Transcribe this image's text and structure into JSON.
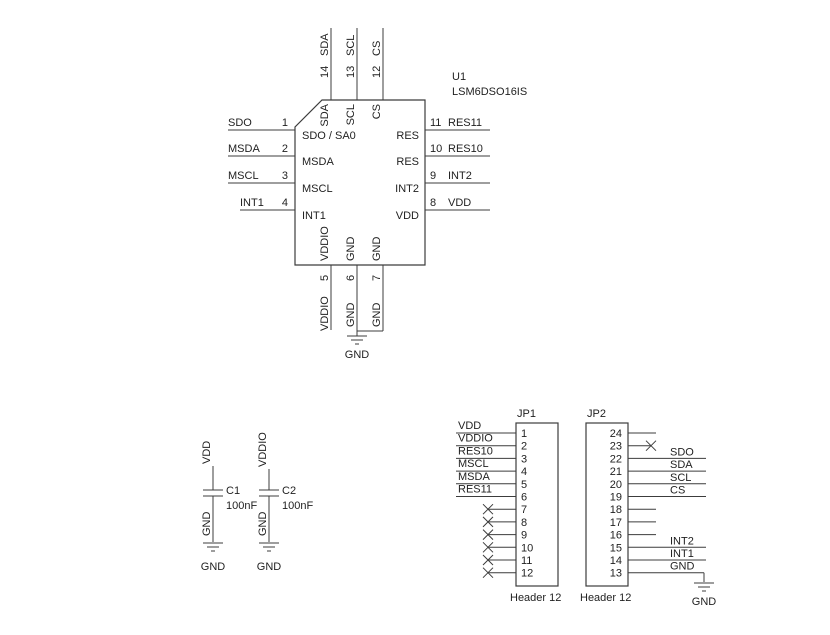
{
  "colors": {
    "ink": "#1f1f1f",
    "background": "#ffffff"
  },
  "ic": {
    "refdes": "U1",
    "part": "LSM6DSO16IS",
    "gnd": "GND",
    "left_pins": [
      {
        "net": "SDO",
        "num": "1",
        "inner": "SDO / SA0"
      },
      {
        "net": "MSDA",
        "num": "2",
        "inner": "MSDA"
      },
      {
        "net": "MSCL",
        "num": "3",
        "inner": "MSCL"
      },
      {
        "net": "INT1",
        "num": "4",
        "inner": "INT1"
      }
    ],
    "right_pins": [
      {
        "num": "11",
        "net": "RES11",
        "inner": "RES"
      },
      {
        "num": "10",
        "net": "RES10",
        "inner": "RES"
      },
      {
        "num": "9",
        "net": "INT2",
        "inner": "INT2"
      },
      {
        "num": "8",
        "net": "VDD",
        "inner": "VDD"
      }
    ],
    "top_pins": [
      {
        "num": "14",
        "net": "SDA",
        "inner": "SDA"
      },
      {
        "num": "13",
        "net": "SCL",
        "inner": "SCL"
      },
      {
        "num": "12",
        "net": "CS",
        "inner": "CS"
      }
    ],
    "bottom_pins": [
      {
        "num": "5",
        "net": "VDDIO",
        "inner": "VDDIO"
      },
      {
        "num": "6",
        "net": "GND",
        "inner": "GND"
      },
      {
        "num": "7",
        "net": "GND",
        "inner": "GND"
      }
    ]
  },
  "capacitors": [
    {
      "refdes": "C1",
      "value": "100nF",
      "top_net": "VDD",
      "bottom_net": "GND",
      "gnd": "GND"
    },
    {
      "refdes": "C2",
      "value": "100nF",
      "top_net": "VDDIO",
      "bottom_net": "GND",
      "gnd": "GND"
    }
  ],
  "jp1": {
    "refdes": "JP1",
    "footprint": "Header 12",
    "pin_numbers": [
      "1",
      "2",
      "3",
      "4",
      "5",
      "6",
      "7",
      "8",
      "9",
      "10",
      "11",
      "12"
    ],
    "net_labels": [
      "VDD",
      "VDDIO",
      "RES10",
      "MSCL",
      "MSDA",
      "RES11"
    ]
  },
  "jp2": {
    "refdes": "JP2",
    "footprint": "Header 12",
    "pin_numbers": [
      "24",
      "23",
      "22",
      "21",
      "20",
      "19",
      "18",
      "17",
      "16",
      "15",
      "14",
      "13"
    ],
    "net_labels_upper": [
      "SDO",
      "SDA",
      "SCL",
      "CS"
    ],
    "net_labels_lower": [
      "INT2",
      "INT1",
      "GND"
    ],
    "gnd": "GND"
  }
}
